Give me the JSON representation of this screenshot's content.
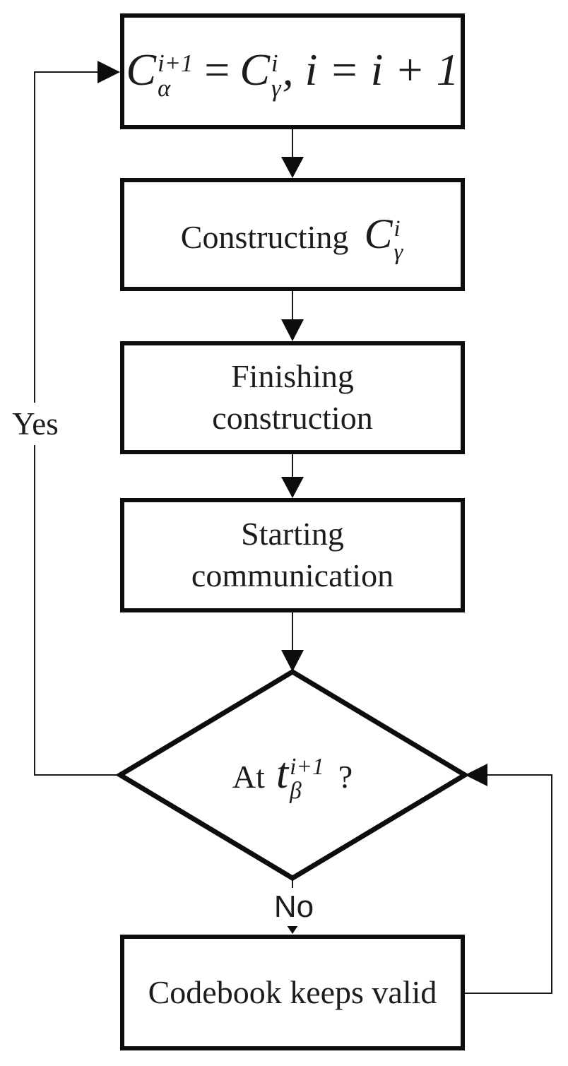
{
  "flowchart": {
    "background_color": "#ffffff",
    "line_color": "#1a1a1a",
    "text_color": "#1c1c1c",
    "nodes": {
      "assign": {
        "type": "process",
        "c1": "C",
        "c1_sup": "i+1",
        "c1_sub": "α",
        "equals": "=",
        "c2": "C",
        "c2_sup": "i",
        "c2_sub": "γ",
        "tail": ", i = i + 1"
      },
      "constructing": {
        "type": "process",
        "text": "Constructing",
        "c": "C",
        "c_sup": "i",
        "c_sub": "γ"
      },
      "finishing": {
        "type": "process",
        "line1": "Finishing",
        "line2": "construction"
      },
      "starting": {
        "type": "process",
        "line1": "Starting",
        "line2": "communication"
      },
      "decision": {
        "type": "decision",
        "prefix": "At",
        "t": "t",
        "t_sup": "i+1",
        "t_sub": "β",
        "suffix": "?"
      },
      "valid": {
        "type": "process",
        "text": "Codebook keeps valid"
      }
    },
    "edge_labels": {
      "yes": "Yes",
      "no": "No"
    }
  }
}
